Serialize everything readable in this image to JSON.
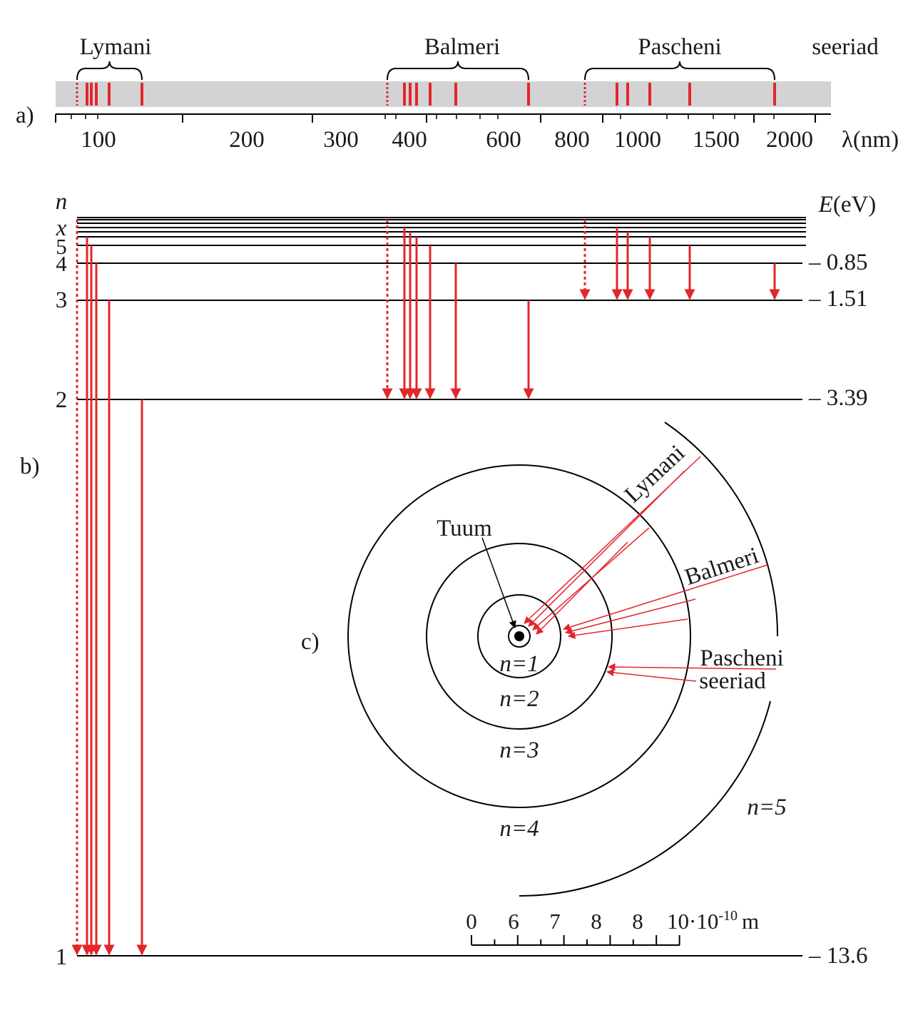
{
  "colors": {
    "line": "#000000",
    "red": "#e3262b",
    "band": "#d3d3d5",
    "text": "#1a1a1a"
  },
  "panel_a": {
    "label": "a)",
    "series_word": "seeriad",
    "series_names": [
      "Lymani",
      "Balmeri",
      "Pascheni"
    ],
    "axis_unit": "λ(nm)",
    "tick_labels": [
      "100",
      "200",
      "300",
      "400",
      "600",
      "800",
      "1000",
      "1500",
      "2000"
    ]
  },
  "panel_b": {
    "label": "b)",
    "n_header": "n",
    "energy_header": "E(eV)",
    "level_labels": [
      "1",
      "2",
      "3",
      "4",
      "5",
      "x"
    ],
    "energies": [
      "– 13.6",
      "– 3.39",
      "– 1.51",
      "– 0.85"
    ]
  },
  "panel_c": {
    "label": "c)",
    "nucleus_label": "Tuum",
    "orbit_labels": [
      "n=1",
      "n=2",
      "n=3",
      "n=4",
      "n=5"
    ],
    "series_labels": {
      "lyman": "Lymani",
      "balmer": "Balmeri",
      "paschen_1": "Pascheni",
      "paschen_2": "seeriad"
    },
    "scale_labels": [
      "0",
      "6",
      "7",
      "8",
      "8"
    ],
    "scale_end_label": "10·10",
    "scale_exponent": "-10",
    "scale_unit": "m"
  }
}
